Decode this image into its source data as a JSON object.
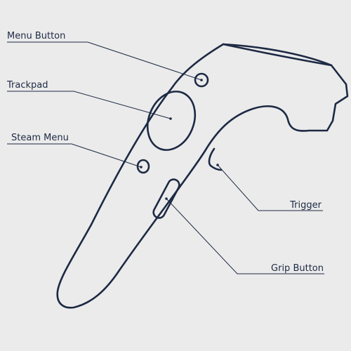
{
  "diagram": {
    "outline_color": "#1d2a44",
    "background_color": "#ebebeb",
    "labels": {
      "menu_button": "Menu Button",
      "trackpad": "Trackpad",
      "steam_menu": "Steam Menu",
      "trigger": "Trigger",
      "grip_button": "Grip Button"
    }
  }
}
